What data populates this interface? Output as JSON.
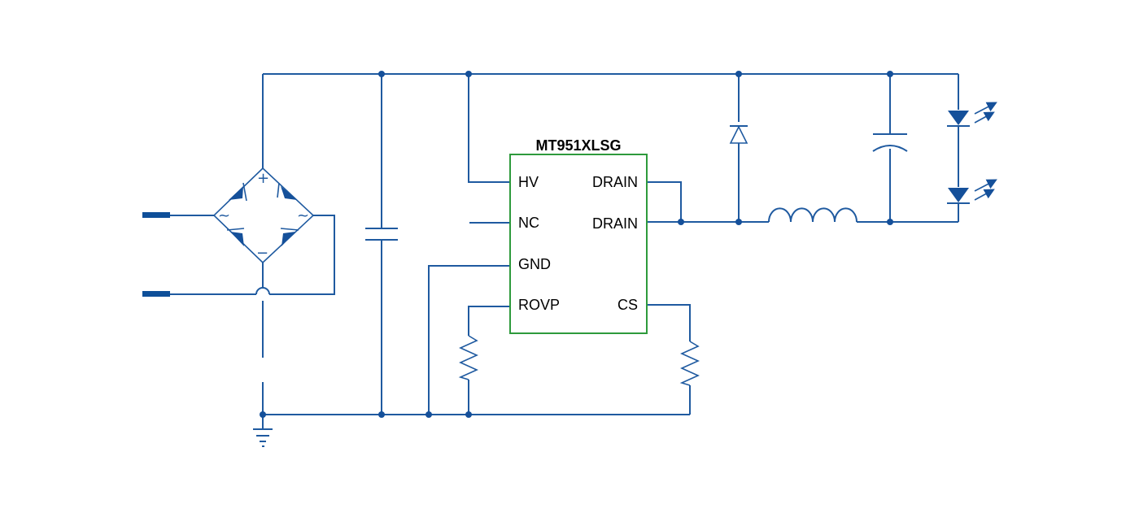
{
  "ic": {
    "part_number": "MT951XLSG",
    "border_color": "#2e9a3c",
    "pins_left": [
      {
        "label": "HV"
      },
      {
        "label": "NC"
      },
      {
        "label": "GND"
      },
      {
        "label": "ROVP"
      }
    ],
    "pins_right": [
      {
        "label": "DRAIN"
      },
      {
        "label": "DRAIN"
      },
      {
        "label": "CS"
      }
    ]
  },
  "bridge": {
    "plus": "+",
    "minus": "−",
    "ac_left": "~",
    "ac_right": "~"
  },
  "colors": {
    "wire": "#1f5aa0",
    "component_fill": "#15509a"
  },
  "icons": [
    "ac-input-terminal",
    "bridge-rectifier",
    "capacitor",
    "diode",
    "inductor",
    "electrolytic-capacitor",
    "led",
    "resistor",
    "ground"
  ]
}
